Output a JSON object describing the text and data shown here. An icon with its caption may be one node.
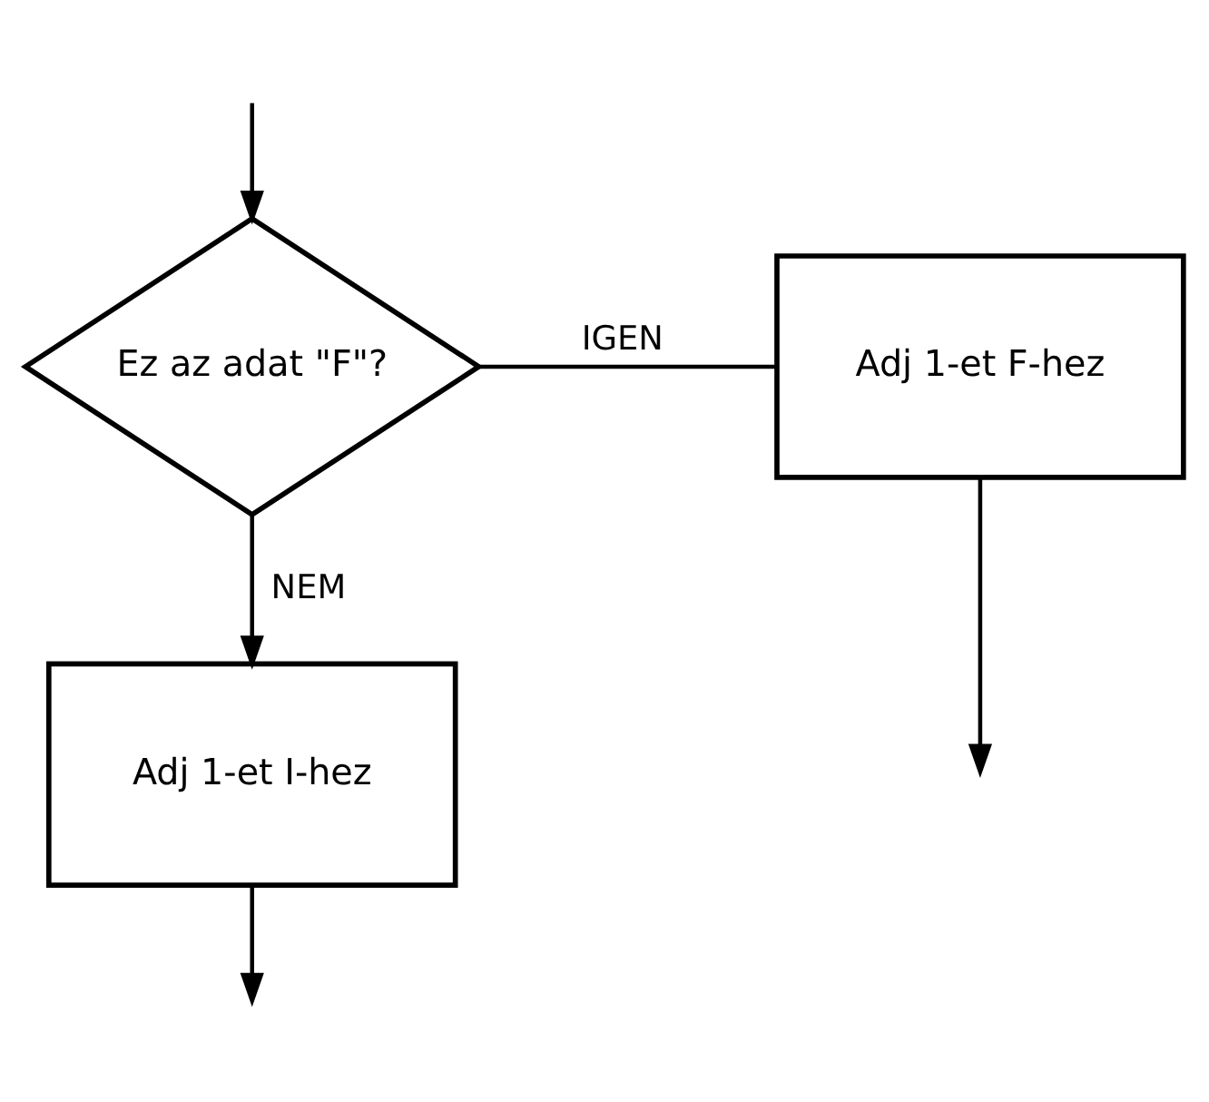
{
  "diagram": {
    "nodes": [
      {
        "text": [
          "Ez az adat \"F\"?"
        ]
      },
      {
        "text": [
          "Adj 1-et F-hez"
        ]
      },
      {
        "text": [
          "Adj 1-et I-hez"
        ]
      }
    ],
    "edges": [
      {
        "from": null,
        "to": 0,
        "arrow": "to"
      },
      {
        "from": 0,
        "to": 1,
        "arrow": "none",
        "label": "IGEN"
      },
      {
        "from": 0,
        "to": 2,
        "arrow": "to",
        "label": "NEM"
      },
      {
        "from": 1,
        "to": null,
        "arrow": "to"
      },
      {
        "from": 2,
        "to": null,
        "arrow": "to"
      }
    ]
  }
}
